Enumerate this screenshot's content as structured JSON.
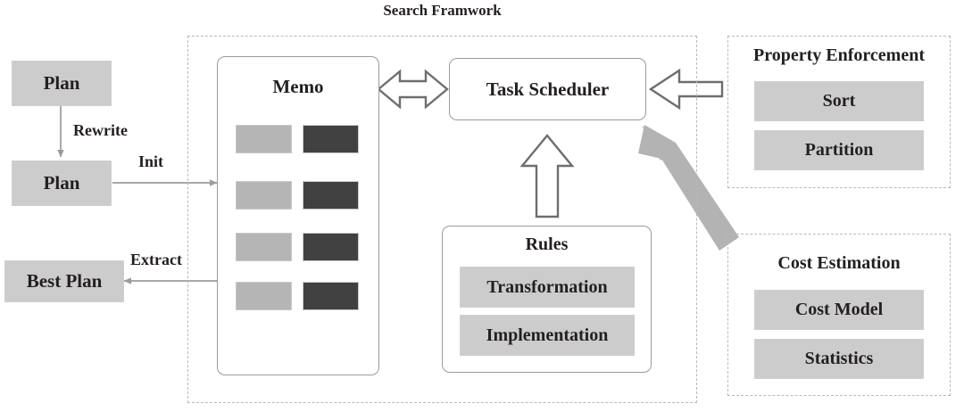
{
  "figure": {
    "title": "Search Framwork",
    "background_color": "#ffffff"
  },
  "colors": {
    "gray_fill": "#cccccc",
    "chip_light": "#b5b5b5",
    "chip_dark": "#414141",
    "dashed_border": "#b9b9b9",
    "solid_border": "#9b9b9b",
    "thick_arrow": "#b3b3b3",
    "text": "#231f20"
  },
  "left_pipeline": {
    "plan_top": {
      "label": "Plan"
    },
    "plan_bottom": {
      "label": "Plan"
    },
    "best_plan": {
      "label": "Best Plan"
    },
    "edges": [
      {
        "name": "rewrite",
        "label": "Rewrite",
        "from": "plan_top",
        "to": "plan_bottom",
        "style": "thin-solid"
      },
      {
        "name": "init",
        "label": "Init",
        "from": "plan_bottom",
        "to": "memo",
        "style": "thin-solid"
      },
      {
        "name": "extract",
        "label": "Extract",
        "from": "memo",
        "to": "best_plan",
        "style": "thin-solid"
      }
    ]
  },
  "search_framework": {
    "title": "Search Framwork",
    "memo": {
      "title": "Memo",
      "rows": [
        {
          "left": "",
          "right": ""
        },
        {
          "left": "",
          "right": ""
        },
        {
          "left": "",
          "right": ""
        },
        {
          "left": "",
          "right": ""
        }
      ]
    },
    "task_scheduler": {
      "title": "Task Scheduler"
    },
    "rules": {
      "title": "Rules",
      "items": [
        {
          "label": "Transformation"
        },
        {
          "label": "Implementation"
        }
      ]
    },
    "connections": [
      {
        "name": "memo-scheduler",
        "style": "double-headed-outline-arrow",
        "orientation": "horizontal"
      },
      {
        "name": "rules-scheduler",
        "style": "outline-arrow",
        "orientation": "up"
      }
    ]
  },
  "property_enforcement": {
    "title": "Property Enforcement",
    "items": [
      {
        "label": "Sort"
      },
      {
        "label": "Partition"
      }
    ],
    "connection": {
      "name": "property-to-scheduler",
      "style": "outline-arrow",
      "orientation": "left"
    }
  },
  "cost_estimation": {
    "title": "Cost Estimation",
    "items": [
      {
        "label": "Cost Model"
      },
      {
        "label": "Statistics"
      }
    ],
    "connection": {
      "name": "cost-to-scheduler",
      "style": "thick-solid-arrow",
      "orientation": "up-left"
    }
  }
}
